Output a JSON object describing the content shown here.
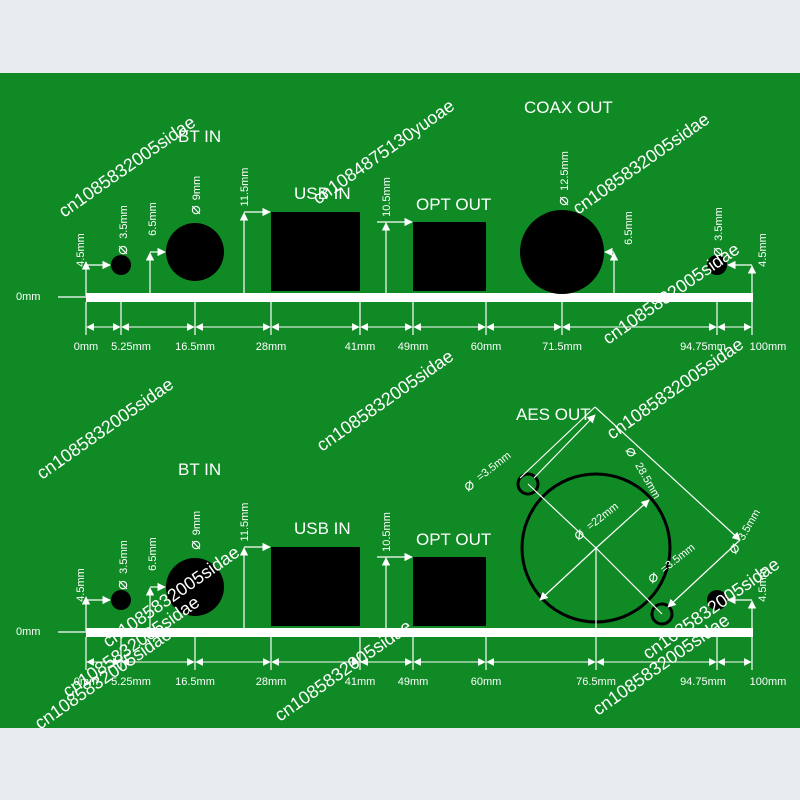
{
  "colors": {
    "board": "#0f8a25",
    "background": "#e9ecef",
    "parts": "#000000",
    "lines": "#ffffff"
  },
  "top": {
    "labels": {
      "bt_in": "BT IN",
      "usb_in": "USB IN",
      "opt_out": "OPT OUT",
      "coax_out": "COAX OUT"
    },
    "baseline": "0mm",
    "ticks": [
      "0mm",
      "5.25mm",
      "16.5mm",
      "28mm",
      "41mm",
      "49mm",
      "60mm",
      "71.5mm",
      "94.75mm",
      "100mm"
    ],
    "dims": {
      "h_small_left": "4.5mm",
      "d_small_left": "3.5mm",
      "h_bt": "6.5mm",
      "d_bt": "9mm",
      "h_usb": "11.5mm",
      "h_opt": "10.5mm",
      "d_coax": "12.5mm",
      "h_coax": "6.5mm",
      "d_small_right": "3.5mm",
      "h_small_right": "4.5mm"
    }
  },
  "bottom": {
    "labels": {
      "bt_in": "BT IN",
      "usb_in": "USB IN",
      "opt_out": "OPT OUT",
      "aes_out": "AES OUT"
    },
    "baseline": "0mm",
    "ticks": [
      "0mm",
      "5.25mm",
      "16.5mm",
      "28mm",
      "41mm",
      "49mm",
      "60mm",
      "76.5mm",
      "94.75mm",
      "100mm"
    ],
    "dims": {
      "h_small_left": "4.5mm",
      "d_small_left": "3.5mm",
      "h_bt": "6.5mm",
      "d_bt": "9mm",
      "h_usb": "11.5mm",
      "h_opt": "10.5mm",
      "aes_outer": "28.5mm",
      "aes_inner": "=22mm",
      "aes_pin_top": "=3.5mm",
      "aes_pin_bottom": "=3.5mm",
      "d_small_right": "3.5mm",
      "h_small_right": "4.5mm"
    }
  },
  "watermarks": [
    "cn1085832005sidae",
    "cn1084875130yuoae",
    "cn1085832005sidae",
    "cn1085832005sidae",
    "cn1085832005sidae",
    "cn1085832005sidae",
    "cn1085832005sidae",
    "cn1085832005sidae",
    "cn1085832005sidae",
    "cn1085832005sidae",
    "cn1085832005sidae",
    "cn1085832005sidae",
    "cn1085832005sidae"
  ]
}
